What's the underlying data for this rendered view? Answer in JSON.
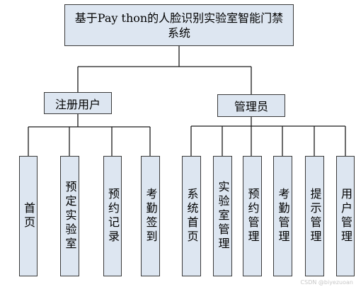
{
  "root": {
    "line1": "基于Pay thon的人脸识别实验室智能门禁",
    "line2": "系统"
  },
  "user_branch": {
    "label": "注册用户",
    "children": [
      "首页",
      "预定实验室",
      "预约记录",
      "考勤签到"
    ]
  },
  "admin_branch": {
    "label": "管理员",
    "children": [
      "系统首页",
      "实验室管理",
      "预约管理",
      "考勤管理",
      "提示管理",
      "用户管理"
    ]
  },
  "watermark": "CSDN @biyezuoan"
}
